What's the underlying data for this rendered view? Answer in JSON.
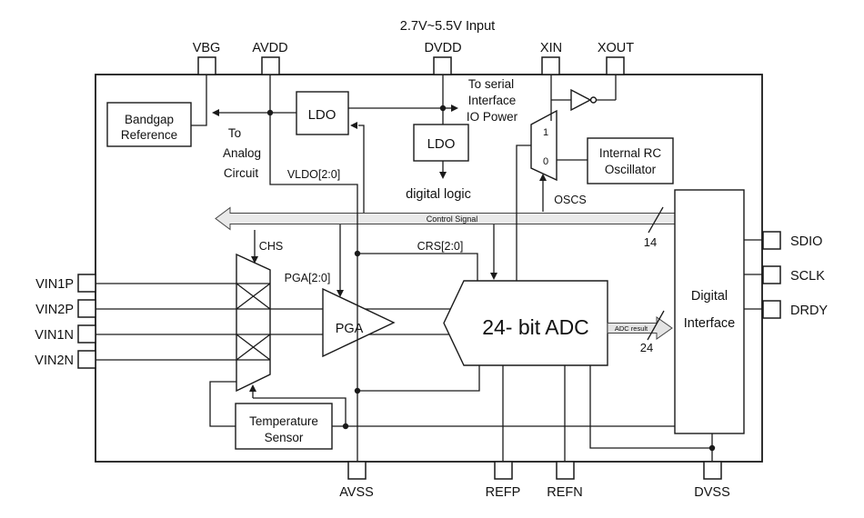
{
  "colors": {
    "line": "#1a1a1a",
    "bus_fill": "#e9e9e9",
    "result_arrow_fill": "#e4e4e4"
  },
  "header": {
    "supply_note": "2.7V~5.5V Input"
  },
  "pins": {
    "top": [
      {
        "label": "VBG"
      },
      {
        "label": "AVDD"
      },
      {
        "label": "DVDD"
      },
      {
        "label": "XIN"
      },
      {
        "label": "XOUT"
      }
    ],
    "left": [
      {
        "label": "VIN1P"
      },
      {
        "label": "VIN2P"
      },
      {
        "label": "VIN1N"
      },
      {
        "label": "VIN2N"
      }
    ],
    "right": [
      {
        "label": "SDIO"
      },
      {
        "label": "SCLK"
      },
      {
        "label": "DRDY"
      }
    ],
    "bottom": [
      {
        "label": "AVSS"
      },
      {
        "label": "REFP"
      },
      {
        "label": "REFN"
      },
      {
        "label": "DVSS"
      }
    ]
  },
  "blocks": {
    "bandgap": {
      "line1": "Bandgap",
      "line2": "Reference"
    },
    "ldo_analog": {
      "label": "LDO"
    },
    "ldo_digital": {
      "label": "LDO"
    },
    "rc_osc": {
      "line1": "Internal RC",
      "line2": "Oscillator"
    },
    "temp_sensor": {
      "line1": "Temperature",
      "line2": "Sensor"
    },
    "digital_interface": {
      "line1": "Digital",
      "line2": "Interface"
    },
    "pga": {
      "label": "PGA"
    },
    "adc": {
      "label": "24- bit ADC"
    }
  },
  "annotations": {
    "to_analog": {
      "line1": "To",
      "line2": "Analog",
      "line3": "Circuit"
    },
    "to_serial": {
      "line1": "To serial",
      "line2": "Interface",
      "line3": "IO Power"
    },
    "digital_logic": "digital logic",
    "vldo": "VLDO[2:0]",
    "oscs": "OSCS",
    "chs": "CHS",
    "pga_sel": "PGA[2:0]",
    "crs": "CRS[2:0]",
    "control_signal": "Control Signal",
    "control_bus_width": "14",
    "adc_result": "ADC result",
    "adc_bus_width": "24",
    "mux_in_1": "1",
    "mux_in_0": "0"
  }
}
